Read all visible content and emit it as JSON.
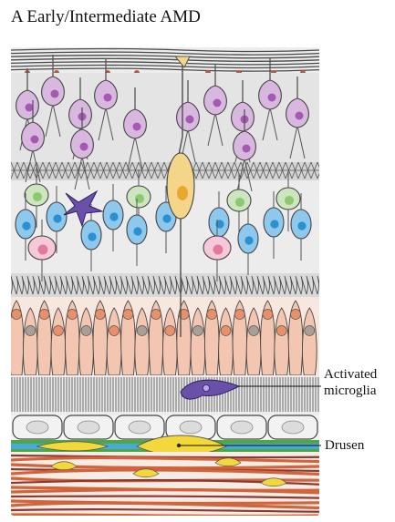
{
  "figure": {
    "title": "A  Early/Intermediate AMD",
    "labels": {
      "microglia_line1": "Activated",
      "microglia_line2": "microglia",
      "drusen": "Drusen"
    }
  },
  "colors": {
    "nerve_fiber": "#4a4a4a",
    "vessel": "#b5574a",
    "ganglion_cell": "#d9b8e0",
    "ganglion_nucleus": "#a35ab0",
    "bipolar_cell": "#8ec8ec",
    "bipolar_nucleus": "#2b8fd0",
    "amacrine_cell": "#cde6c0",
    "amacrine_nucleus": "#8fc873",
    "horizontal_cell": "#f6c8d8",
    "horizontal_nucleus": "#e07aa0",
    "muller_glia": "#f5d58a",
    "muller_nucleus": "#e6a830",
    "microglia": "#6a50a8",
    "photoreceptor": "#f2c6b0",
    "photoreceptor_nucleus": "#e8906a",
    "rpe": "#dcdcdc",
    "bruchs_green": "#4caa3c",
    "bruchs_blue": "#4aa8e0",
    "drusen": "#f2d83a",
    "choroid": "#d2643c"
  }
}
